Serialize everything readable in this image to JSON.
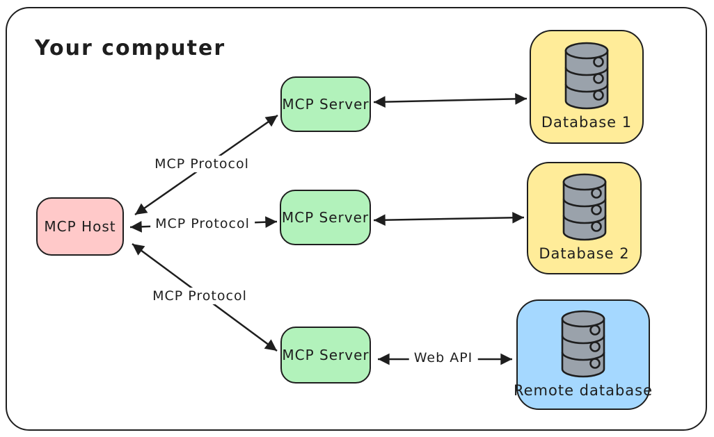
{
  "title": "Your computer",
  "colors": {
    "stroke": "#1e1e1e",
    "background": "#ffffff",
    "host_fill": "#ffc9c9",
    "server_fill": "#b2f2bb",
    "database_fill": "#ffec99",
    "remote_database_fill": "#a5d8ff",
    "database_icon_fill": "#9aa2ab"
  },
  "nodes": {
    "mcp_host": {
      "label": "MCP Host",
      "fill": "#ffc9c9"
    },
    "mcp_server_1": {
      "label": "MCP Server",
      "fill": "#b2f2bb"
    },
    "mcp_server_2": {
      "label": "MCP Server",
      "fill": "#b2f2bb"
    },
    "mcp_server_3": {
      "label": "MCP Server",
      "fill": "#b2f2bb"
    },
    "database_1": {
      "label": "Database 1",
      "fill": "#ffec99",
      "icon": "database-cylinder-icon"
    },
    "database_2": {
      "label": "Database 2",
      "fill": "#ffec99",
      "icon": "database-cylinder-icon"
    },
    "remote_database": {
      "label": "Remote database",
      "fill": "#a5d8ff",
      "icon": "database-cylinder-icon"
    }
  },
  "edges": {
    "host_server1": {
      "label": "MCP Protocol",
      "type": "double-arrow",
      "from": "MCP Host",
      "to": "MCP Server"
    },
    "host_server2": {
      "label": "MCP Protocol",
      "type": "double-arrow",
      "from": "MCP Host",
      "to": "MCP Server"
    },
    "host_server3": {
      "label": "MCP Protocol",
      "type": "double-arrow",
      "from": "MCP Host",
      "to": "MCP Server"
    },
    "server1_database1": {
      "label": "",
      "type": "double-arrow",
      "from": "MCP Server",
      "to": "Database 1"
    },
    "server2_database2": {
      "label": "",
      "type": "double-arrow",
      "from": "MCP Server",
      "to": "Database 2"
    },
    "server3_remote": {
      "label": "Web API",
      "type": "double-arrow",
      "from": "MCP Server",
      "to": "Remote database"
    }
  }
}
